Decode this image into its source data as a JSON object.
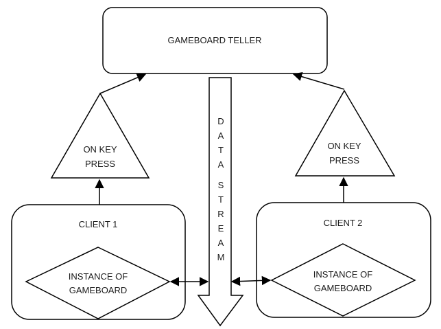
{
  "diagram": {
    "teller": {
      "label": "GAMEBOARD TELLER"
    },
    "key_press_left": {
      "line1": "ON KEY",
      "line2": "PRESS"
    },
    "key_press_right": {
      "line1": "ON KEY",
      "line2": "PRESS"
    },
    "client1": {
      "label": "CLIENT 1",
      "instance_line1": "INSTANCE OF",
      "instance_line2": "GAMEBOARD"
    },
    "client2": {
      "label": "CLIENT 2",
      "instance_line1": "INSTANCE OF",
      "instance_line2": "GAMEBOARD"
    },
    "stream": {
      "word1": [
        "D",
        "A",
        "T",
        "A"
      ],
      "word2": [
        "S",
        "T",
        "R",
        "E",
        "A",
        "M"
      ]
    },
    "colors": {
      "stroke": "#000000",
      "fill": "#ffffff",
      "text": "#1a1a1a"
    }
  }
}
